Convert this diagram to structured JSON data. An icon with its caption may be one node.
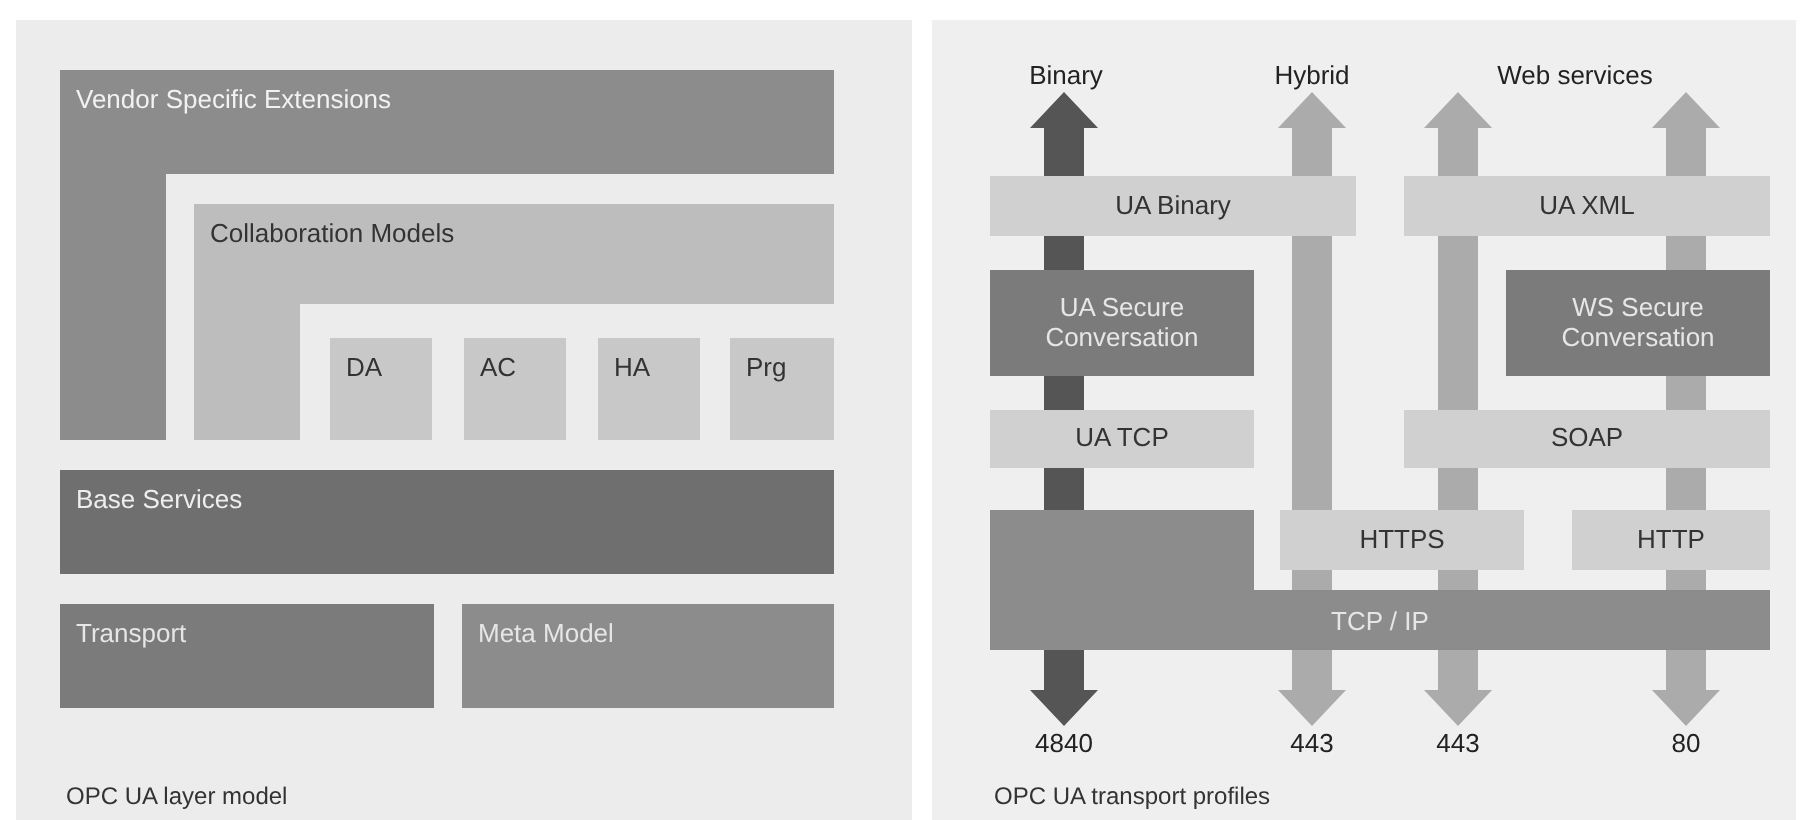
{
  "diagram": {
    "nodes": [
      {
        "text": [
          "Vendor Specific Extensions"
        ]
      },
      {
        "text": [
          "Collaboration Models"
        ]
      },
      {
        "text": [
          "DA"
        ]
      },
      {
        "text": [
          "AC"
        ]
      },
      {
        "text": [
          "HA"
        ]
      },
      {
        "text": [
          "Prg"
        ]
      },
      {
        "text": [
          "Base Services"
        ]
      },
      {
        "text": [
          "Transport"
        ]
      },
      {
        "text": [
          "Meta Model"
        ]
      },
      {
        "text": [
          "Binary"
        ]
      },
      {
        "text": [
          "Hybrid"
        ]
      },
      {
        "text": [
          "Web services"
        ]
      },
      {
        "text": [
          "UA Binary"
        ]
      },
      {
        "text": [
          "UA XML"
        ]
      },
      {
        "text": [
          "UA Secure Conversation"
        ]
      },
      {
        "text": [
          "WS Secure Conversation"
        ]
      },
      {
        "text": [
          "UA TCP"
        ]
      },
      {
        "text": [
          "SOAP"
        ]
      },
      {
        "text": [
          "HTTPS"
        ]
      },
      {
        "text": [
          "HTTP"
        ]
      },
      {
        "text": [
          "TCP / IP"
        ]
      },
      {
        "text": [
          "4840"
        ]
      },
      {
        "text": [
          "443"
        ]
      },
      {
        "text": [
          "443"
        ]
      },
      {
        "text": [
          "80"
        ]
      }
    ],
    "edges": [
      {
        "from": 9,
        "to": 21,
        "arrow": "both",
        "color": "#555555"
      },
      {
        "from": 10,
        "to": 22,
        "arrow": "both"
      },
      {
        "from": 11,
        "to": 23,
        "arrow": "both"
      },
      {
        "from": 11,
        "to": 24,
        "arrow": "both"
      }
    ],
    "labels": [
      "OPC UA layer model",
      "OPC UA transport profiles"
    ]
  }
}
